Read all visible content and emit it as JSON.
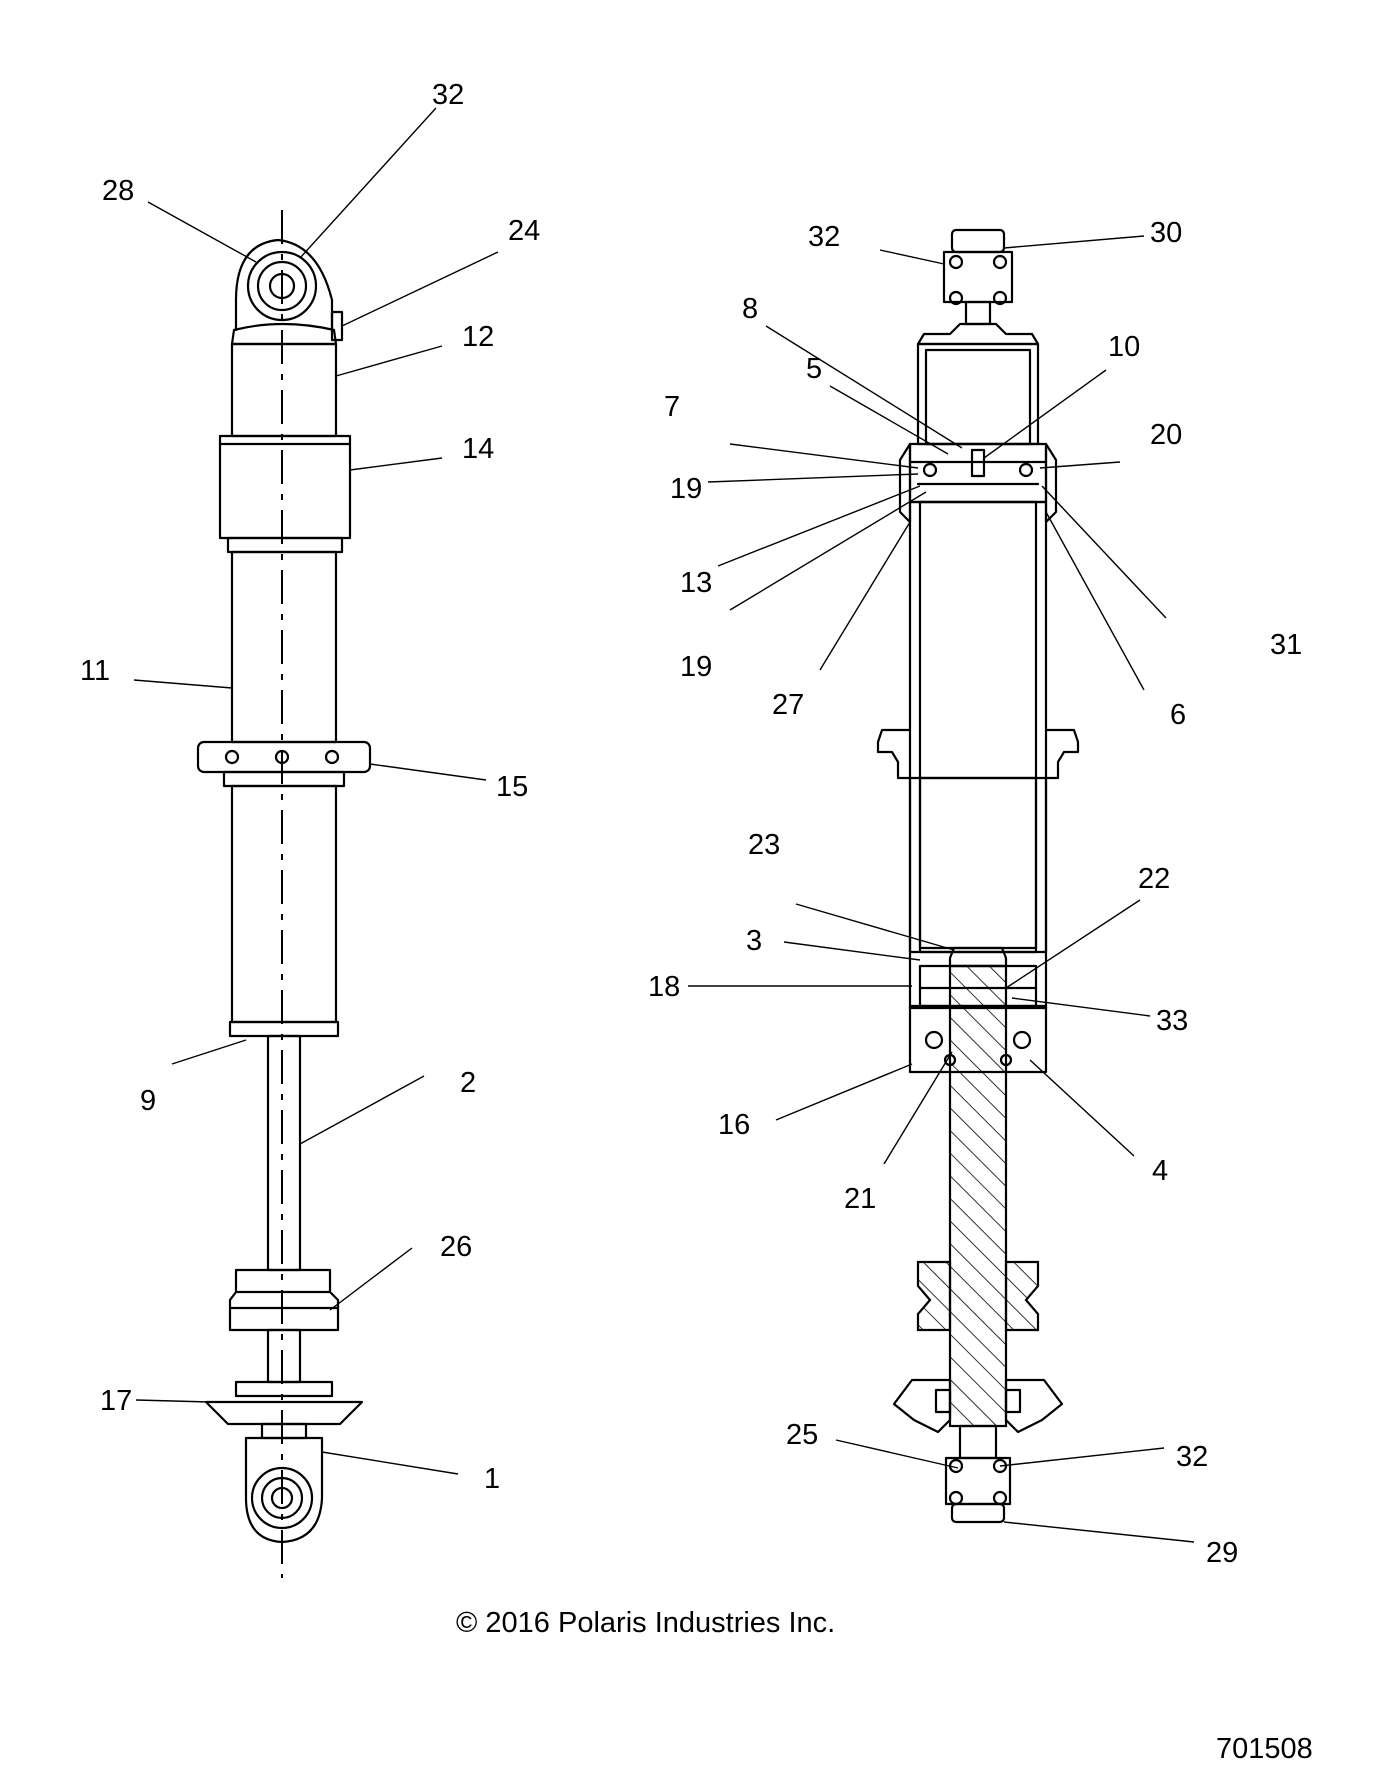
{
  "diagram": {
    "left_labels": [
      "32",
      "28",
      "24",
      "12",
      "14",
      "11",
      "15",
      "9",
      "2",
      "26",
      "17",
      "1"
    ],
    "right_labels": [
      "32",
      "30",
      "8",
      "10",
      "5",
      "7",
      "20",
      "19",
      "13",
      "19",
      "27",
      "6",
      "31",
      "23",
      "22",
      "3",
      "18",
      "33",
      "16",
      "4",
      "21",
      "25",
      "32",
      "29"
    ]
  },
  "footer": {
    "copyright": "© 2016 Polaris Industries Inc.",
    "figure_number": "701508"
  }
}
